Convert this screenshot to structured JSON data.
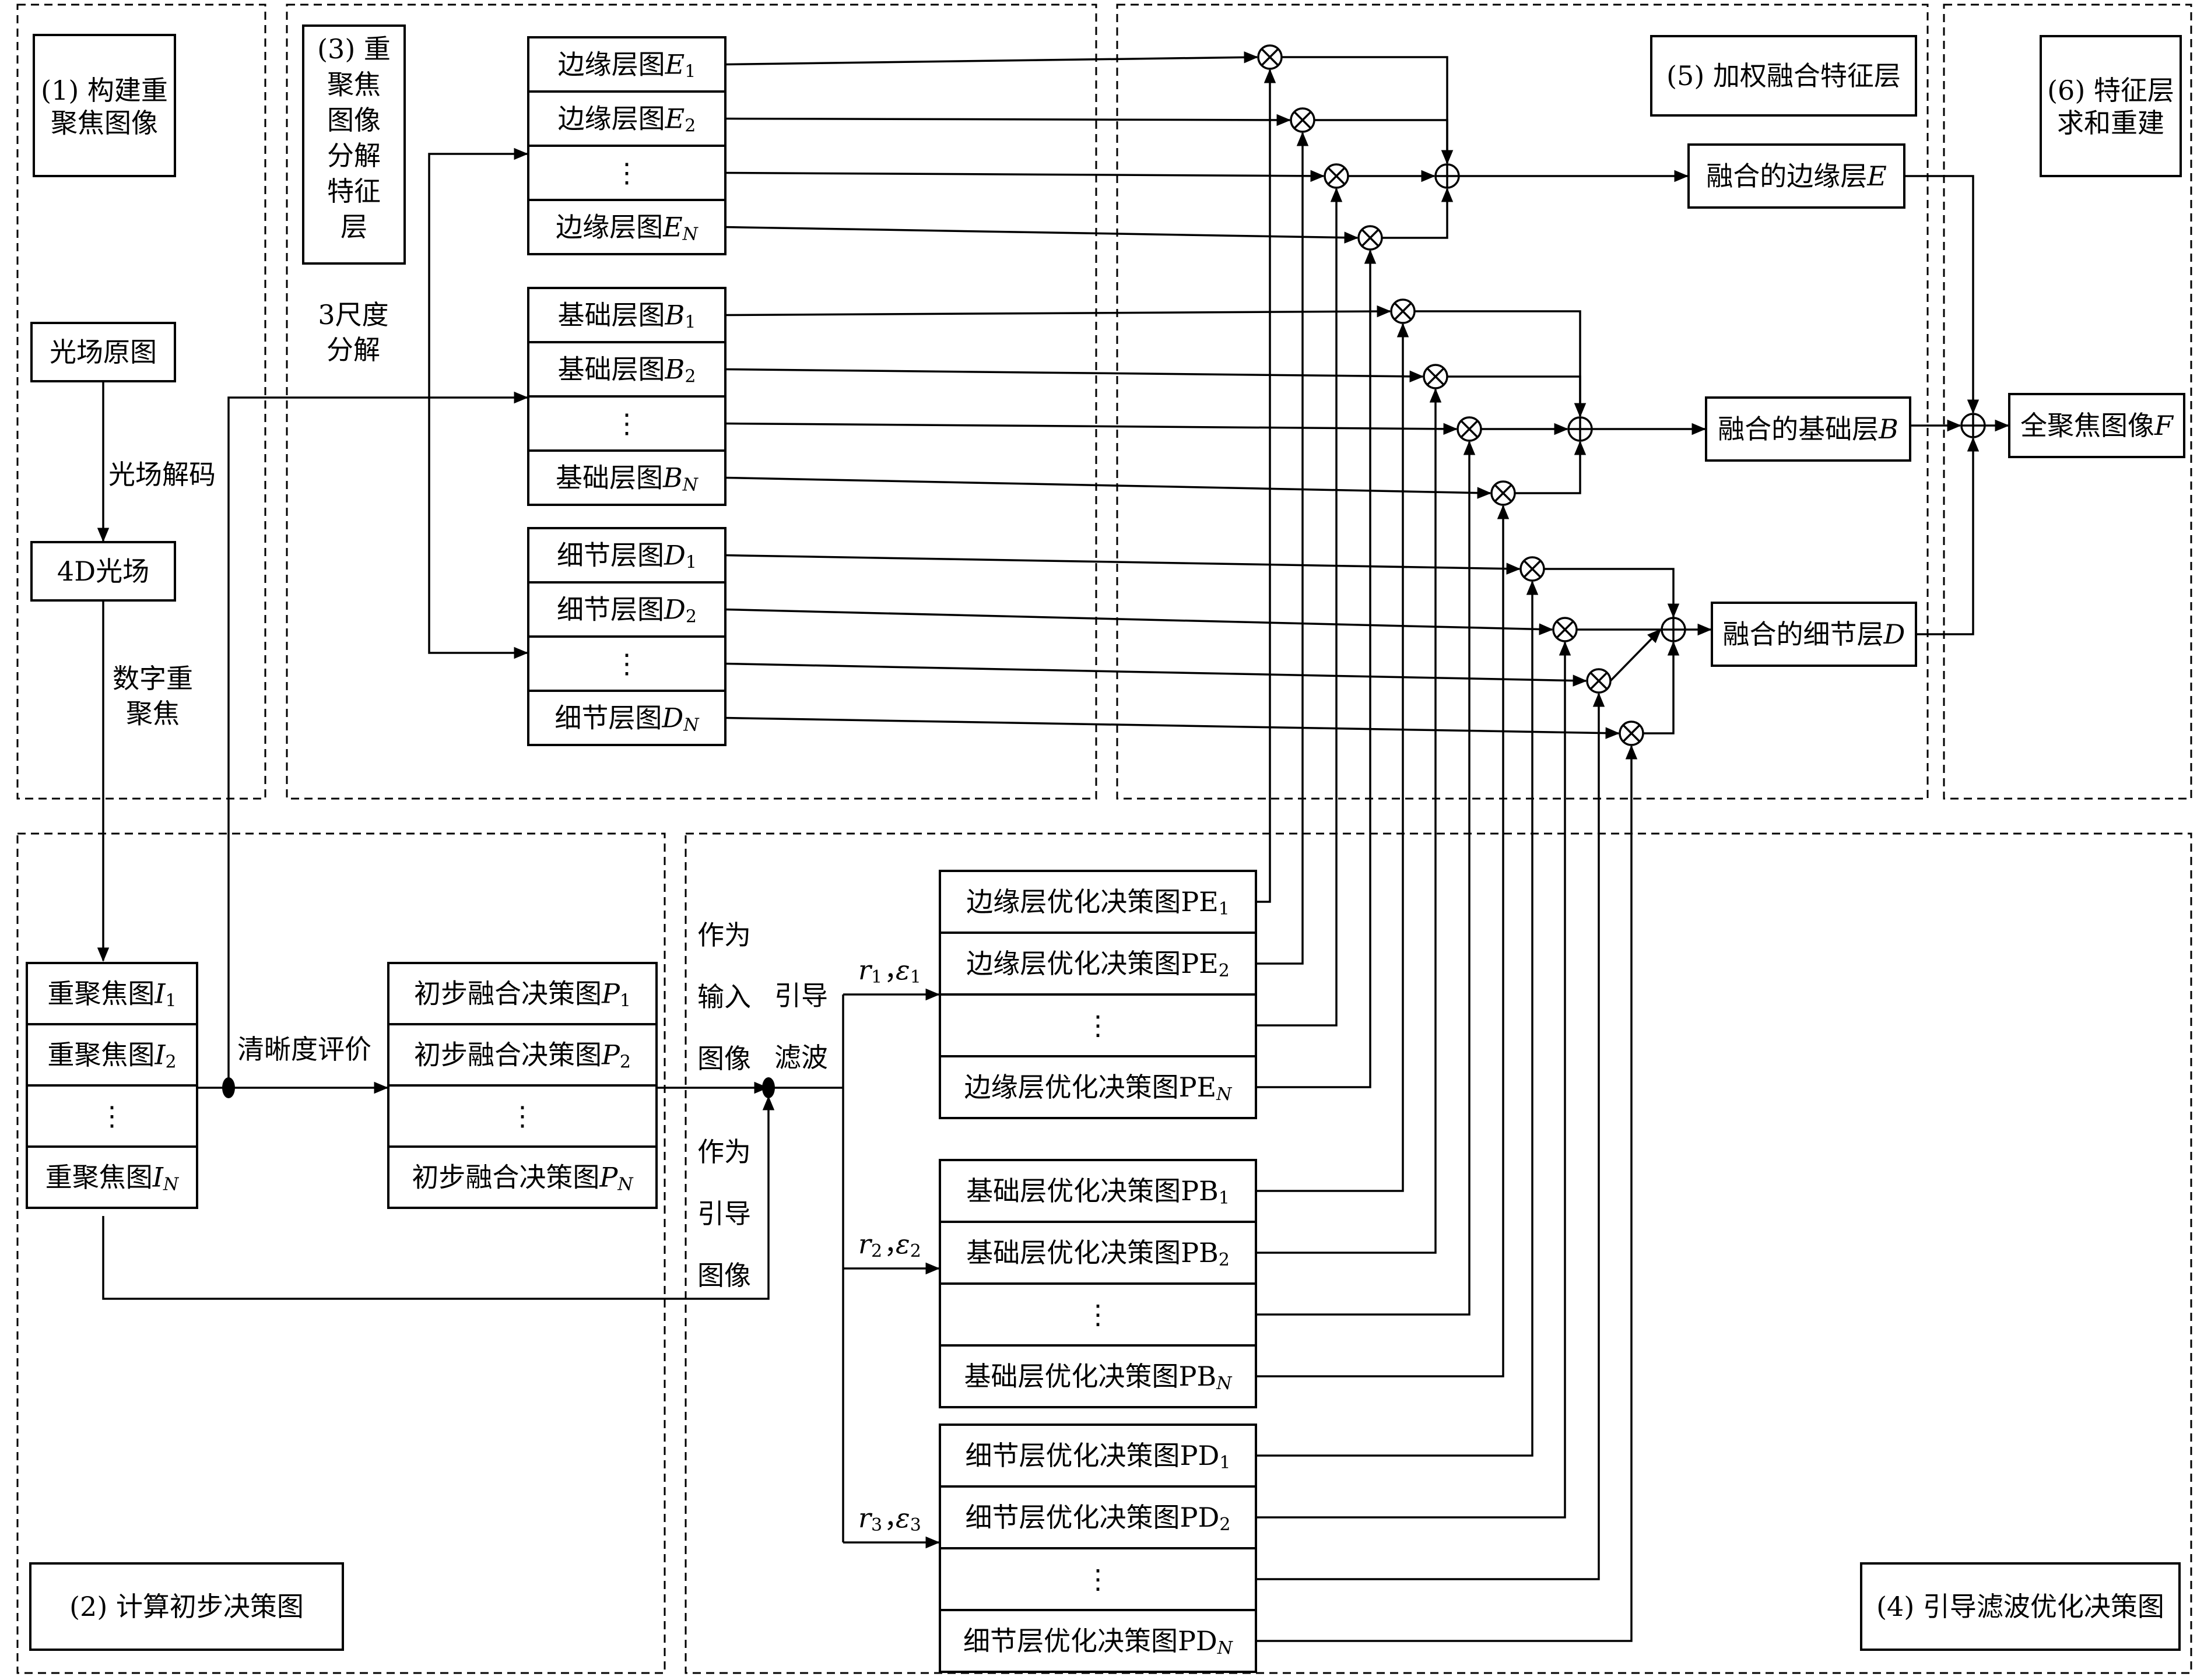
{
  "stages": [
    {
      "id": "s1",
      "lines": [
        "(1) 构建重",
        "聚焦图像"
      ]
    },
    {
      "id": "s2",
      "lines": [
        "(2) 计算初步决策图"
      ]
    },
    {
      "id": "s3",
      "lines": [
        "(3) 重",
        "聚焦",
        "图像",
        "分解",
        "特征",
        "层"
      ]
    },
    {
      "id": "s4",
      "lines": [
        "(4) 引导滤波优化决策图"
      ]
    },
    {
      "id": "s5",
      "lines": [
        "(5) 加权融合特征层"
      ]
    },
    {
      "id": "s6",
      "lines": [
        "(6) 特征层",
        "求和重建"
      ]
    }
  ],
  "nodes": {
    "light_field_raw": "光场原图",
    "light_field_4d": "4D光场",
    "fused_edge": {
      "text": "融合的边缘层",
      "var": "E"
    },
    "fused_base": {
      "text": "融合的基础层",
      "var": "B"
    },
    "fused_detail": {
      "text": "融合的细节层",
      "var": "D"
    },
    "all_focus": {
      "text": "全聚焦图像",
      "var": "F"
    }
  },
  "edge_labels": {
    "decode": "光场解码",
    "refocus": [
      "数字重",
      "聚焦"
    ],
    "scale3": [
      "3尺度",
      "分解"
    ],
    "sharpness": "清晰度评价",
    "as_input": [
      "作为",
      "输入",
      "图像"
    ],
    "as_guide": [
      "作为",
      "引导",
      "图像"
    ],
    "guided_filter": [
      "引导",
      "滤波"
    ]
  },
  "refocus_stack": [
    {
      "text": "重聚焦图",
      "var": "I",
      "sub": "1"
    },
    {
      "text": "重聚焦图",
      "var": "I",
      "sub": "2"
    },
    {
      "text": "⋮",
      "var": "",
      "sub": ""
    },
    {
      "text": "重聚焦图",
      "var": "I",
      "sub": "N"
    }
  ],
  "prelim_stack": [
    {
      "text": "初步融合决策图",
      "var": "P",
      "sub": "1"
    },
    {
      "text": "初步融合决策图",
      "var": "P",
      "sub": "2"
    },
    {
      "text": "⋮",
      "var": "",
      "sub": ""
    },
    {
      "text": "初步融合决策图",
      "var": "P",
      "sub": "N"
    }
  ],
  "edge_layers": [
    {
      "text": "边缘层图",
      "var": "E",
      "sub": "1"
    },
    {
      "text": "边缘层图",
      "var": "E",
      "sub": "2"
    },
    {
      "text": "⋮",
      "var": "",
      "sub": ""
    },
    {
      "text": "边缘层图",
      "var": "E",
      "sub": "N"
    }
  ],
  "base_layers": [
    {
      "text": "基础层图",
      "var": "B",
      "sub": "1"
    },
    {
      "text": "基础层图",
      "var": "B",
      "sub": "2"
    },
    {
      "text": "⋮",
      "var": "",
      "sub": ""
    },
    {
      "text": "基础层图",
      "var": "B",
      "sub": "N"
    }
  ],
  "detail_layers": [
    {
      "text": "细节层图",
      "var": "D",
      "sub": "1"
    },
    {
      "text": "细节层图",
      "var": "D",
      "sub": "2"
    },
    {
      "text": "⋮",
      "var": "",
      "sub": ""
    },
    {
      "text": "细节层图",
      "var": "D",
      "sub": "N"
    }
  ],
  "pe_maps": [
    {
      "text": "边缘层优化决策图PE",
      "var": "",
      "sub": "1"
    },
    {
      "text": "边缘层优化决策图PE",
      "var": "",
      "sub": "2"
    },
    {
      "text": "⋮",
      "var": "",
      "sub": ""
    },
    {
      "text": "边缘层优化决策图PE",
      "var": "",
      "sub": "N"
    }
  ],
  "pb_maps": [
    {
      "text": "基础层优化决策图PB",
      "var": "",
      "sub": "1"
    },
    {
      "text": "基础层优化决策图PB",
      "var": "",
      "sub": "2"
    },
    {
      "text": "⋮",
      "var": "",
      "sub": ""
    },
    {
      "text": "基础层优化决策图PB",
      "var": "",
      "sub": "N"
    }
  ],
  "pd_maps": [
    {
      "text": "细节层优化决策图PD",
      "var": "",
      "sub": "1"
    },
    {
      "text": "细节层优化决策图PD",
      "var": "",
      "sub": "2"
    },
    {
      "text": "⋮",
      "var": "",
      "sub": ""
    },
    {
      "text": "细节层优化决策图PD",
      "var": "",
      "sub": "N"
    }
  ],
  "filter_params": [
    {
      "r": "r",
      "r_sub": "1",
      "e": "ε",
      "e_sub": "1"
    },
    {
      "r": "r",
      "r_sub": "2",
      "e": "ε",
      "e_sub": "2"
    },
    {
      "r": "r",
      "r_sub": "3",
      "e": "ε",
      "e_sub": "3"
    }
  ]
}
